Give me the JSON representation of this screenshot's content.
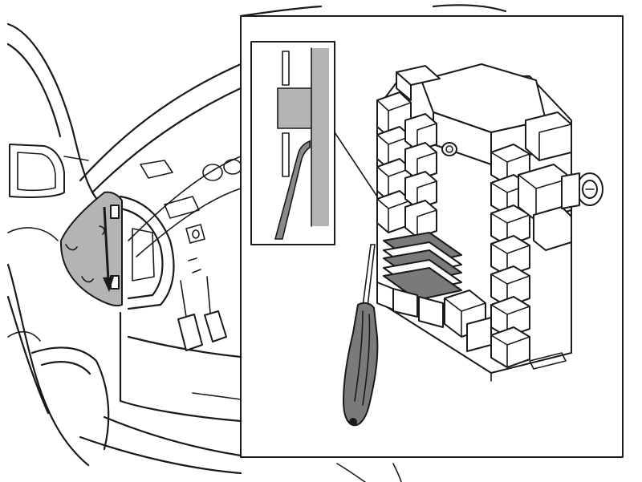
{
  "figure": {
    "kind": "technical-illustration",
    "colors": {
      "line": "#1a1a1a",
      "fill_light": "#ffffff",
      "fill_grey": "#b4b4b4",
      "fill_dark": "#7a7a7a"
    },
    "icons": [
      "car-interior-scene",
      "side-cover-panel",
      "removal-arrow",
      "detail-inset",
      "clip-detail",
      "fuse-relay-box",
      "screwdriver"
    ]
  }
}
